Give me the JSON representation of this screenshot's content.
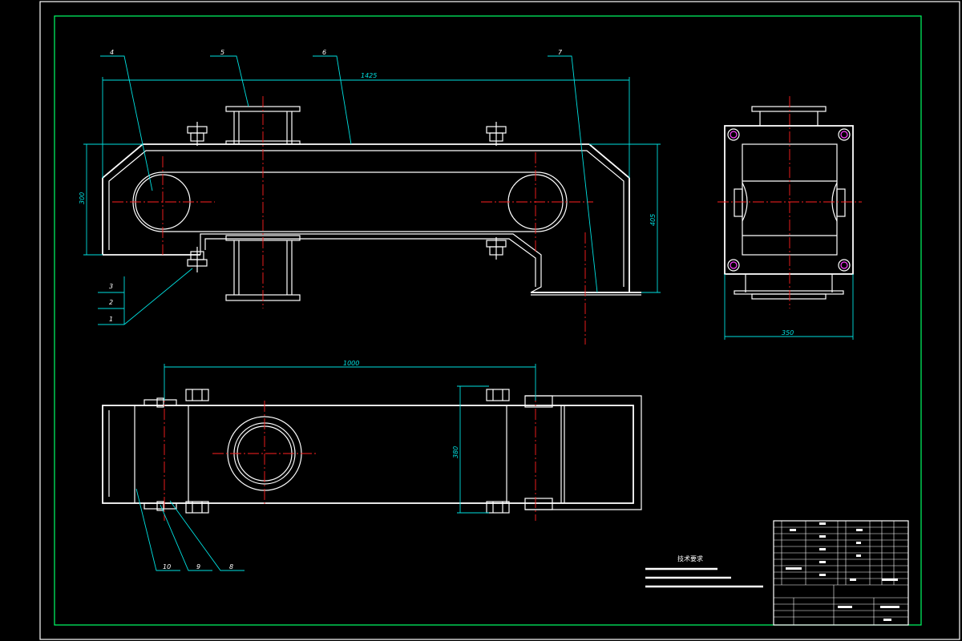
{
  "drawing": {
    "dimensions": {
      "overall_length": "1425",
      "front_height_left": "300",
      "front_height_right": "405",
      "side_width": "350",
      "plan_length": "1000",
      "plan_width": "380"
    },
    "balloons": [
      "1",
      "2",
      "3",
      "4",
      "5",
      "6",
      "7",
      "8",
      "9",
      "10"
    ],
    "technical_requirements": {
      "title": "技术要求"
    }
  },
  "colors": {
    "background": "#000000",
    "outline": "#ffffff",
    "centerline": "#ff2020",
    "dimension": "#00e0e0",
    "border": "#00ff66"
  }
}
